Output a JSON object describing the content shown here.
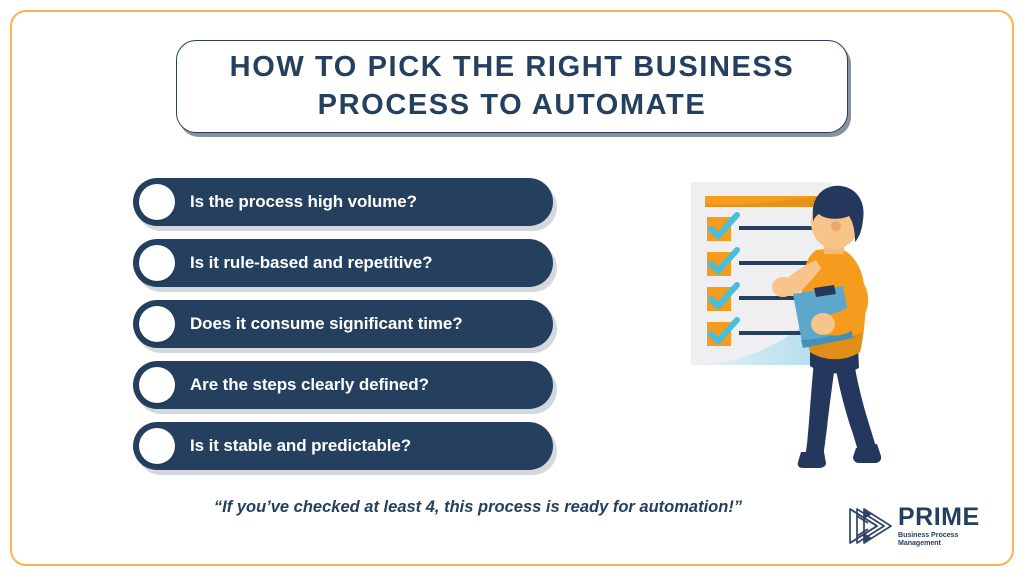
{
  "theme": {
    "navy": "#25405E",
    "orange_border": "#F9B44C",
    "orange_accent": "#F59B1E",
    "cyan_check": "#46BEDC",
    "board_gray": "#EFEFF1",
    "background": "#FFFFFF",
    "pill_shadow": "#CDD1D8"
  },
  "title": {
    "text": "HOW TO PICK THE RIGHT BUSINESS PROCESS TO AUTOMATE"
  },
  "checklist": {
    "items": [
      {
        "label": "Is the process high volume?",
        "checked": false
      },
      {
        "label": "Is it rule-based and repetitive?",
        "checked": false
      },
      {
        "label": "Does it consume significant time?",
        "checked": false
      },
      {
        "label": "Are the steps clearly defined?",
        "checked": false
      },
      {
        "label": "Is it stable and predictable?",
        "checked": false
      }
    ]
  },
  "footer": {
    "quote": "“If you’ve checked at least 4, this process is ready for automation!”"
  },
  "logo": {
    "name": "PRIME",
    "tagline": "Business Process Management",
    "mark": "interlocking-triangles-icon"
  },
  "illustration": {
    "name": "person-with-checklist-board",
    "board_checkmarks": 4,
    "elements": [
      "checklist-board",
      "orange-header-bar",
      "checkbox-squares",
      "cyan-checkmarks",
      "navy-text-lines",
      "person-figure",
      "clipboard"
    ]
  }
}
